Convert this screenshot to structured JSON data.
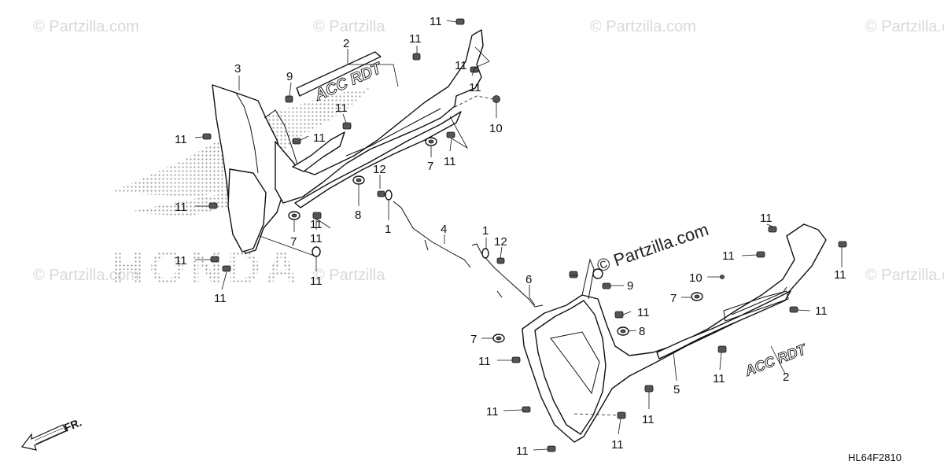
{
  "watermark": {
    "text": "© Partzilla.com",
    "short_text": "© Partzilla",
    "url_text": "Partzilla.com"
  },
  "brand_logo": "HONDA",
  "emblem_text": "ACC RDT",
  "diagram_code": "HL64F2810",
  "direction_label": "FR.",
  "callouts": [
    {
      "id": "c3",
      "text": "3"
    },
    {
      "id": "c2a",
      "text": "2"
    },
    {
      "id": "c9a",
      "text": "9"
    },
    {
      "id": "c11a",
      "text": "11"
    },
    {
      "id": "c11b",
      "text": "11"
    },
    {
      "id": "c11c",
      "text": "11"
    },
    {
      "id": "c11d",
      "text": "11"
    },
    {
      "id": "c11e",
      "text": "11"
    },
    {
      "id": "c11f",
      "text": "11"
    },
    {
      "id": "c10a",
      "text": "10"
    },
    {
      "id": "c7a",
      "text": "7"
    },
    {
      "id": "c11g",
      "text": "11"
    },
    {
      "id": "c11h",
      "text": "11"
    },
    {
      "id": "c12a",
      "text": "12"
    },
    {
      "id": "c8a",
      "text": "8"
    },
    {
      "id": "c1a",
      "text": "1"
    },
    {
      "id": "c11i",
      "text": "11"
    },
    {
      "id": "c7b",
      "text": "7"
    },
    {
      "id": "c11j",
      "text": "11"
    },
    {
      "id": "c11k",
      "text": "11"
    },
    {
      "id": "c11l",
      "text": "11"
    },
    {
      "id": "c11m",
      "text": "11"
    },
    {
      "id": "c4",
      "text": "4"
    },
    {
      "id": "c1b",
      "text": "1"
    },
    {
      "id": "c12b",
      "text": "12"
    },
    {
      "id": "c6",
      "text": "6"
    },
    {
      "id": "c9b",
      "text": "9"
    },
    {
      "id": "c11n",
      "text": "11"
    },
    {
      "id": "c11o",
      "text": "11"
    },
    {
      "id": "c10b",
      "text": "10"
    },
    {
      "id": "c7c",
      "text": "7"
    },
    {
      "id": "c11p",
      "text": "11"
    },
    {
      "id": "c8b",
      "text": "8"
    },
    {
      "id": "c11q",
      "text": "11"
    },
    {
      "id": "c7d",
      "text": "7"
    },
    {
      "id": "c11r",
      "text": "11"
    },
    {
      "id": "c11s",
      "text": "11"
    },
    {
      "id": "c5",
      "text": "5"
    },
    {
      "id": "c11t",
      "text": "11"
    },
    {
      "id": "c11u",
      "text": "11"
    },
    {
      "id": "c11v",
      "text": "11"
    },
    {
      "id": "c11w",
      "text": "11"
    },
    {
      "id": "c11x",
      "text": "11"
    },
    {
      "id": "c11y",
      "text": "11"
    },
    {
      "id": "c2b",
      "text": "2"
    }
  ]
}
